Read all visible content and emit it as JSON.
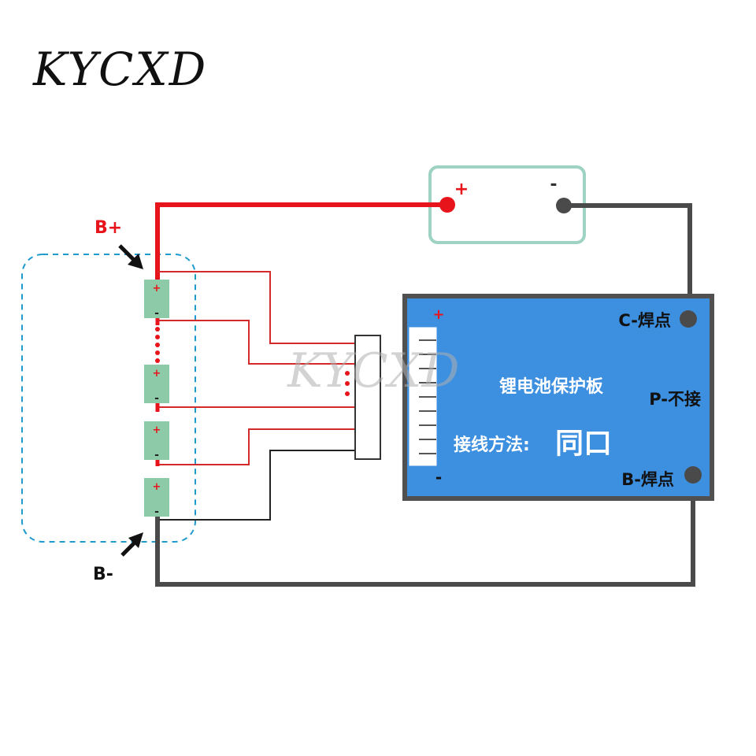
{
  "brand": {
    "logo_text": "KYCXD",
    "watermark_text": "KYCXD"
  },
  "colors": {
    "red_wire": "#e8141c",
    "thin_red_wire": "#d42a2a",
    "black_wire": "#4a4a4a",
    "board_fill": "#3d8fe0",
    "board_border": "#505050",
    "cell_fill": "#8ccaa8",
    "load_border": "#9ed2c2",
    "dashed_outline": "#1f9acc"
  },
  "pack": {
    "b_plus_label": "B+",
    "b_minus_label": "B-"
  },
  "cells": [
    {
      "plus": "+",
      "minus": "-"
    },
    {
      "plus": "+",
      "minus": "-"
    },
    {
      "plus": "+",
      "minus": "-"
    },
    {
      "plus": "+",
      "minus": "-"
    }
  ],
  "load": {
    "plus": "+",
    "minus": "-"
  },
  "board": {
    "title": "锂电池保护板",
    "wiring_label": "接线方法:",
    "wiring_value": "同口",
    "c_pad": "C-焊点",
    "p_pad": "P-不接",
    "b_pad": "B-焊点",
    "conn_plus": "+",
    "conn_minus": "-"
  }
}
